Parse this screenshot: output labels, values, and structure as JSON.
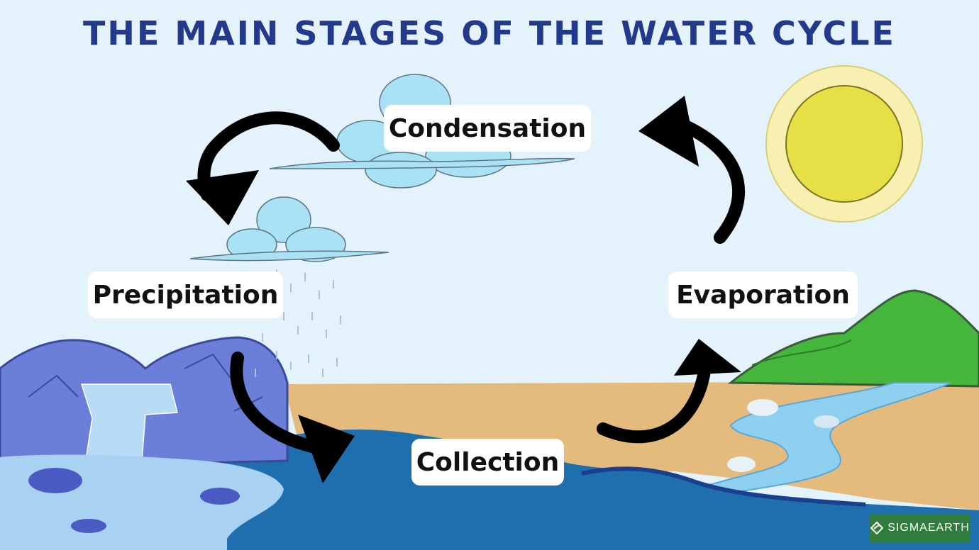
{
  "title": "THE MAIN STAGES OF THE WATER CYCLE",
  "stages": {
    "condensation": "Condensation",
    "precipitation": "Precipitation",
    "evaporation": "Evaporation",
    "collection": "Collection"
  },
  "brand": {
    "name": "SIGMAEARTH",
    "icon": "diamond-leaf-icon"
  },
  "colors": {
    "title": "#22398c",
    "sky": "#e4f3fb",
    "sun": "#e6df45",
    "sun_rays": "#f7f0b0",
    "cloud": "#a9e2f4",
    "sand": "#e4bb7c",
    "water": "#1f6fae",
    "mountain_left": "#6b7fd9",
    "hill_right": "#43b63b",
    "arrow": "#000000",
    "brand_bg": "#2f7d3c"
  }
}
